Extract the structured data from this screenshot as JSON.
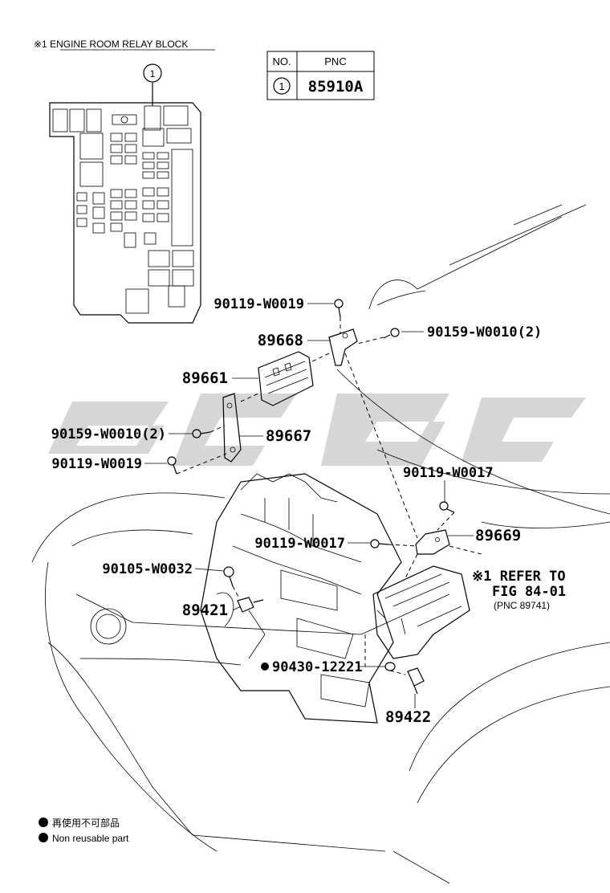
{
  "relay_block_title": "※1  ENGINE ROOM RELAY BLOCK",
  "relay_callout": "1",
  "pnc_table": {
    "header_no": "NO.",
    "header_pnc": "PNC",
    "rows": [
      {
        "no": "1",
        "pnc": "85910A"
      }
    ]
  },
  "parts": {
    "p90119_w0019_top": "90119-W0019",
    "p89668": "89668",
    "p90159_w0010_right": "90159-W0010(2)",
    "p89661": "89661",
    "p90159_w0010_left": "90159-W0010(2)",
    "p89667": "89667",
    "p90119_w0019_left": "90119-W0019",
    "p90119_w0017_right": "90119-W0017",
    "p90119_w0017_mid": "90119-W0017",
    "p89669": "89669",
    "p90105_w0032": "90105-W0032",
    "p89421": "89421",
    "p90430_12221": "90430-12221",
    "p89422": "89422"
  },
  "refer": {
    "line1": "※1 REFER TO",
    "line2": "FIG 84-01",
    "line3": "(PNC 89741)"
  },
  "legend": {
    "jp": "再使用不可部品",
    "en": "Non  reusable part"
  }
}
